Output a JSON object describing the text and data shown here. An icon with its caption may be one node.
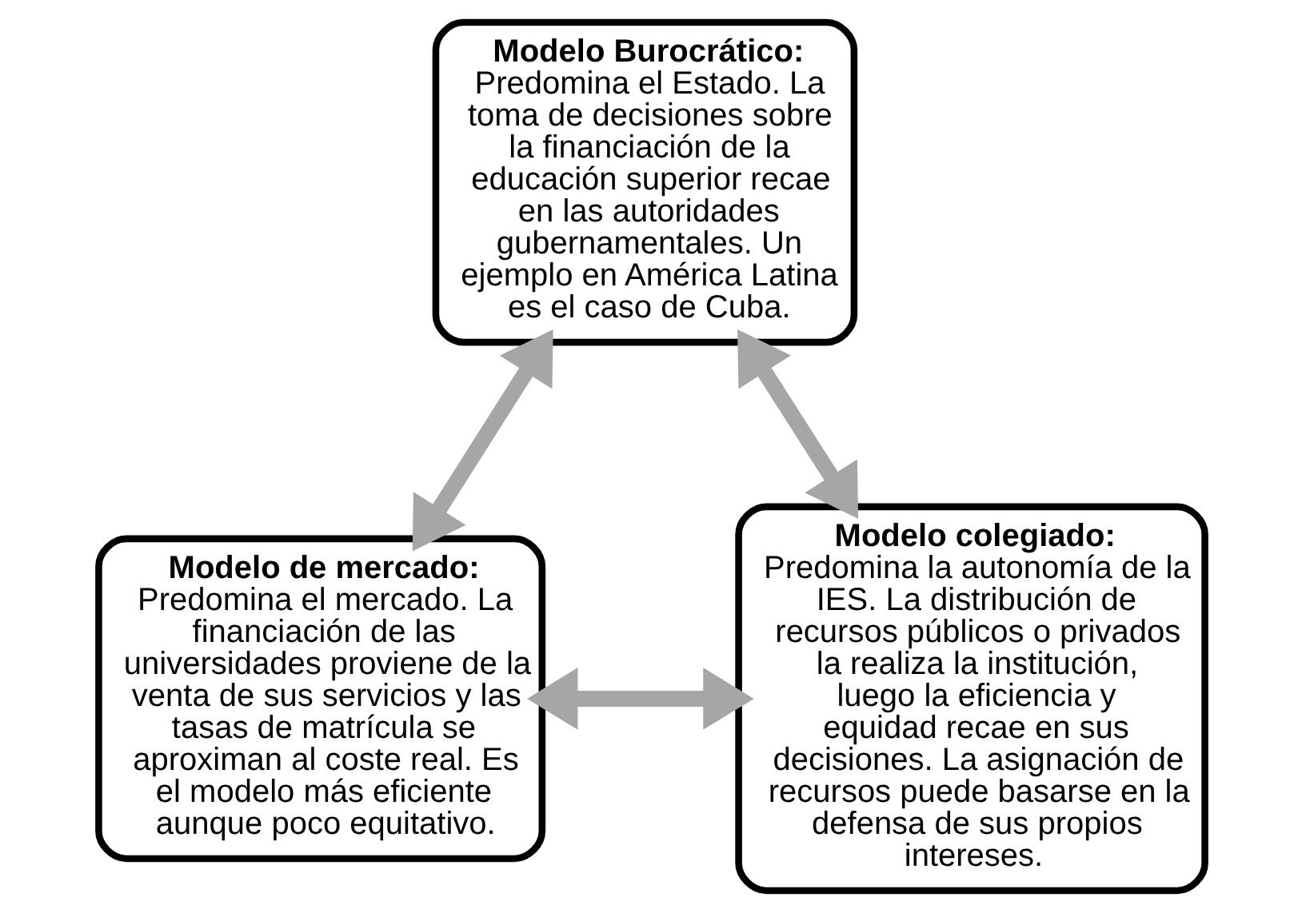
{
  "diagram": {
    "nodes": [
      {
        "text": [
          "Modelo Burocrático:",
          "Predomina el Estado. La toma de decisiones sobre la financiación de la educación superior recae en las autoridades gubernamentales. Un ejemplo en América Latina es el caso de Cuba."
        ]
      },
      {
        "text": [
          "Modelo de mercado:",
          "Predomina el mercado. La financiación de las universidades proviene de la venta de sus servicios y las tasas de matrícula se aproximan al coste real. Es el modelo más eficiente aunque poco equitativo."
        ]
      },
      {
        "text": [
          "Modelo colegiado:",
          "Predomina la autonomía de la IES. La distribución de recursos públicos o privados la realiza la institución, luego la eficiencia y equidad recae en sus decisiones. La asignación de recursos puede basarse en la defensa de sus propios intereses."
        ]
      }
    ],
    "edges": [
      {
        "from": 0,
        "to": 1,
        "arrow": "both"
      },
      {
        "from": 0,
        "to": 2,
        "arrow": "both"
      },
      {
        "from": 1,
        "to": 2,
        "arrow": "both"
      }
    ]
  }
}
